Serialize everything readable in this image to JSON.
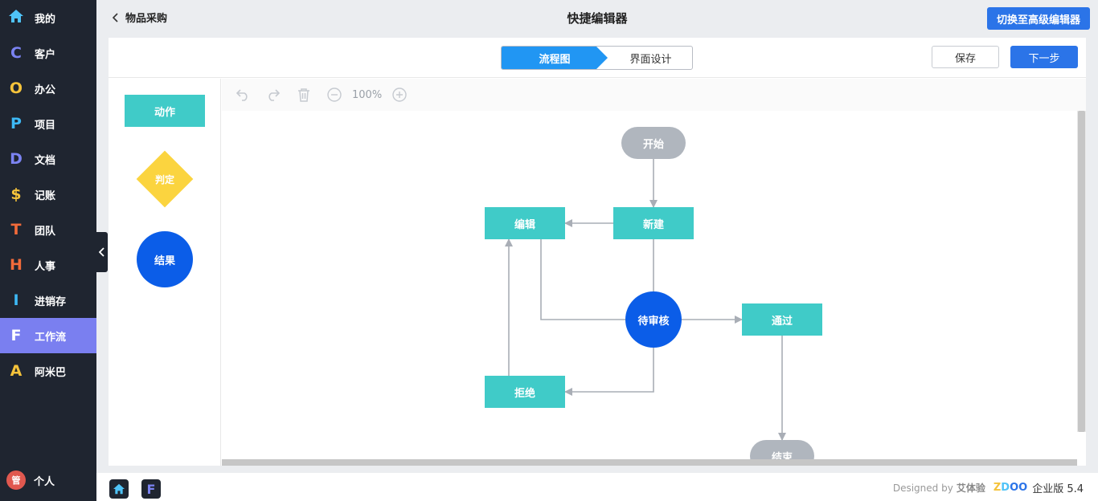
{
  "sidebar": {
    "items": [
      {
        "icon": "house-icon",
        "glyph": "",
        "label": "我的",
        "color": "#4fc3f7"
      },
      {
        "icon": "letter-c-icon",
        "glyph": "C",
        "label": "客户",
        "color": "#7b83f2"
      },
      {
        "icon": "letter-o-icon",
        "glyph": "O",
        "label": "办公",
        "color": "#f5c33b"
      },
      {
        "icon": "letter-p-icon",
        "glyph": "P",
        "label": "项目",
        "color": "#3db9f5"
      },
      {
        "icon": "letter-d-icon",
        "glyph": "D",
        "label": "文档",
        "color": "#7b83f2"
      },
      {
        "icon": "dollar-icon",
        "glyph": "$",
        "label": "记账",
        "color": "#f5c33b"
      },
      {
        "icon": "letter-t-icon",
        "glyph": "T",
        "label": "团队",
        "color": "#f26b3a"
      },
      {
        "icon": "letter-h-icon",
        "glyph": "H",
        "label": "人事",
        "color": "#f26b3a"
      },
      {
        "icon": "letter-i-icon",
        "glyph": "I",
        "label": "进销存",
        "color": "#3db9f5"
      },
      {
        "icon": "letter-f-icon",
        "glyph": "F",
        "label": "工作流",
        "color": "#ffffff"
      },
      {
        "icon": "letter-a-icon",
        "glyph": "A",
        "label": "阿米巴",
        "color": "#f5c33b"
      }
    ],
    "active_index": 9,
    "user": {
      "avatar": "管",
      "label": "个人"
    }
  },
  "header": {
    "back_label": "物品采购",
    "title": "快捷编辑器",
    "advanced_button": "切换至高级编辑器"
  },
  "steps": {
    "active": "流程图",
    "next_tab": "界面设计"
  },
  "actions": {
    "save": "保存",
    "next": "下一步"
  },
  "palette": {
    "action": "动作",
    "decision": "判定",
    "result": "结果"
  },
  "toolbar": {
    "zoom": "100%"
  },
  "flow": {
    "nodes": {
      "start": "开始",
      "edit": "编辑",
      "create": "新建",
      "pending": "待审核",
      "approve": "通过",
      "reject": "拒绝",
      "end": "结束"
    }
  },
  "footer": {
    "designed_by": "Designed by",
    "designer": "艾体验",
    "logo_letters": [
      "Z",
      "D",
      "O",
      "O"
    ],
    "edition": "企业版 5.4"
  },
  "colors": {
    "accent": "#2b74e8",
    "action": "#40cbc8",
    "decision": "#fbd43f",
    "result": "#0b5de8",
    "terminal": "#b0b6be",
    "sidebar_bg": "#1f2530",
    "sidebar_active": "#7a7ff0"
  }
}
